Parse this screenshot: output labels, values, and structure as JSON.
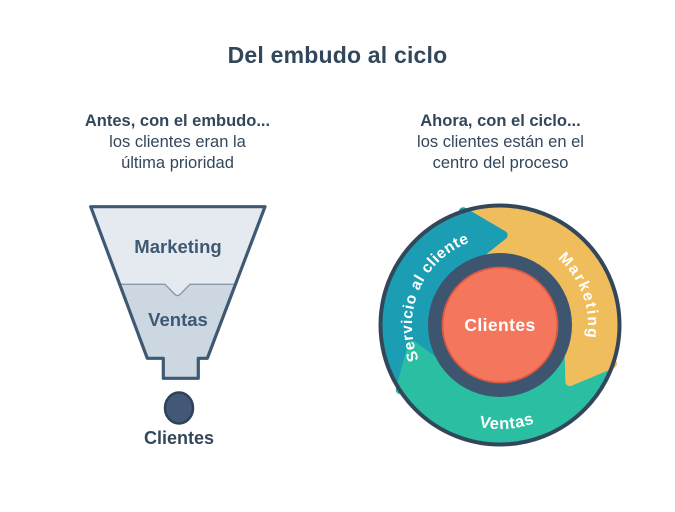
{
  "title": "Del embudo al ciclo",
  "left": {
    "heading": [
      "Antes, con el embudo...",
      "los clientes eran la",
      "última prioridad"
    ],
    "funnel": {
      "top_stage": "Marketing",
      "bottom_stage": "Ventas",
      "outlet_label": "Clientes"
    }
  },
  "right": {
    "heading": [
      "Ahora, con el ciclo...",
      "los clientes están en el",
      "centro del proceso"
    ],
    "flywheel": {
      "segment_top_left": "Servicio al cliente",
      "segment_right": "Marketing",
      "segment_bottom": "Ventas",
      "center": "Clientes"
    }
  },
  "colors": {
    "navy_text": "#33475b",
    "outline": "#3e5974",
    "funnel_top_fill": "#e5eaf1",
    "funnel_bottom_fill": "#ccd7e1",
    "funnel_divider": "#8b9aaa",
    "dot_fill": "#425876",
    "teal": "#1b9eb4",
    "yellow": "#f0bd5c",
    "green": "#2abea2",
    "coral": "#f4775d",
    "coral_edge": "#dd5a41",
    "ring": "#3e5570",
    "white": "#ffffff"
  }
}
